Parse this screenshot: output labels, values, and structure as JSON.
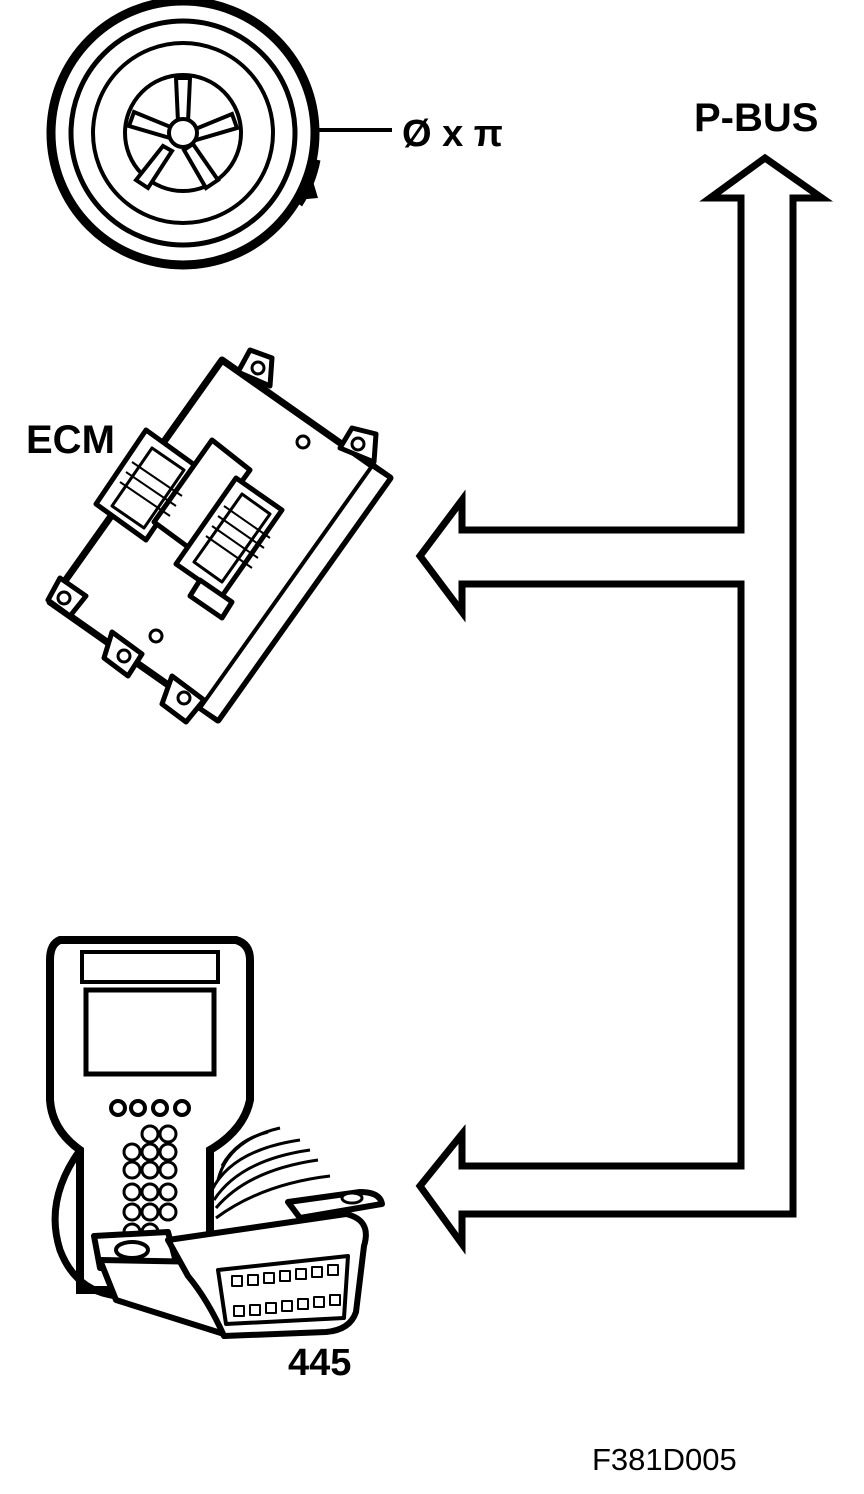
{
  "labels": {
    "bus": "P-BUS",
    "wheel_formula": "Ø x π",
    "ecm": "ECM",
    "tool_number": "445",
    "figure_id": "F381D005"
  },
  "icons": [
    "wheel-icon",
    "ecm-module-icon",
    "diagnostic-tool-icon",
    "obd-connector-icon"
  ],
  "colors": {
    "ink": "#000000",
    "paper": "#ffffff"
  }
}
